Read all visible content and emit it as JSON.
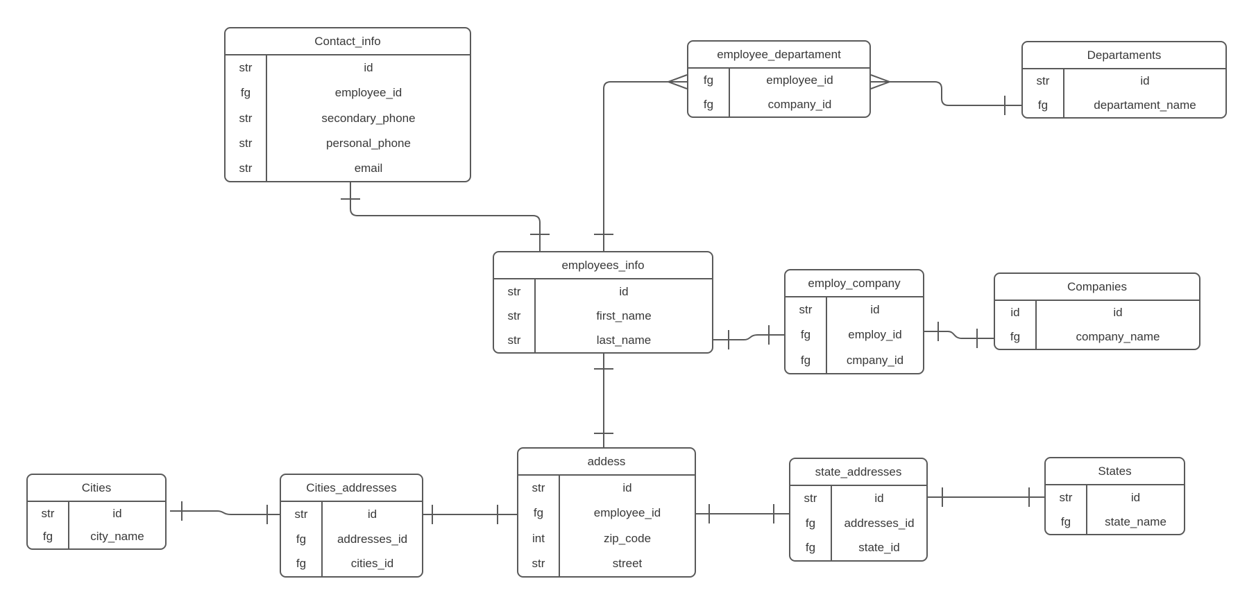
{
  "colors": {
    "line": "#595959",
    "border": "#595959",
    "text": "#383838",
    "background": "#ffffff"
  },
  "tables": [
    {
      "title": "Contact_info",
      "rows": [
        {
          "type": "str",
          "name": "id"
        },
        {
          "type": "fg",
          "name": "employee_id"
        },
        {
          "type": "str",
          "name": "secondary_phone"
        },
        {
          "type": "str",
          "name": "personal_phone"
        },
        {
          "type": "str",
          "name": "email"
        }
      ]
    },
    {
      "title": "employee_departament",
      "rows": [
        {
          "type": "fg",
          "name": "employee_id"
        },
        {
          "type": "fg",
          "name": "company_id"
        }
      ]
    },
    {
      "title": "Departaments",
      "rows": [
        {
          "type": "str",
          "name": "id"
        },
        {
          "type": "fg",
          "name": "departament_name"
        }
      ]
    },
    {
      "title": "employees_info",
      "rows": [
        {
          "type": "str",
          "name": "id"
        },
        {
          "type": "str",
          "name": "first_name"
        },
        {
          "type": "str",
          "name": "last_name"
        }
      ]
    },
    {
      "title": "employ_company",
      "rows": [
        {
          "type": "str",
          "name": "id"
        },
        {
          "type": "fg",
          "name": "employ_id"
        },
        {
          "type": "fg",
          "name": "cmpany_id"
        }
      ]
    },
    {
      "title": "Companies",
      "rows": [
        {
          "type": "id",
          "name": "id"
        },
        {
          "type": "fg",
          "name": "company_name"
        }
      ]
    },
    {
      "title": "Cities",
      "rows": [
        {
          "type": "str",
          "name": "id"
        },
        {
          "type": "fg",
          "name": "city_name"
        }
      ]
    },
    {
      "title": "Cities_addresses",
      "rows": [
        {
          "type": "str",
          "name": "id"
        },
        {
          "type": "fg",
          "name": "addresses_id"
        },
        {
          "type": "fg",
          "name": "cities_id"
        }
      ]
    },
    {
      "title": "addess",
      "rows": [
        {
          "type": "str",
          "name": "id"
        },
        {
          "type": "fg",
          "name": "employee_id"
        },
        {
          "type": "int",
          "name": "zip_code"
        },
        {
          "type": "str",
          "name": "street"
        }
      ]
    },
    {
      "title": "state_addresses",
      "rows": [
        {
          "type": "str",
          "name": "id"
        },
        {
          "type": "fg",
          "name": "addresses_id"
        },
        {
          "type": "fg",
          "name": "state_id"
        }
      ]
    },
    {
      "title": "States",
      "rows": [
        {
          "type": "str",
          "name": "id"
        },
        {
          "type": "fg",
          "name": "state_name"
        }
      ]
    }
  ],
  "connections": [
    {
      "from": "Contact_info",
      "to": "employees_info",
      "from_marker": "one",
      "to_marker": "one"
    },
    {
      "from": "employee_departament.employee_id",
      "to": "employees_info",
      "from_marker": "many",
      "to_marker": "one"
    },
    {
      "from": "employee_departament.employee_id",
      "to": "Departaments.departament_name",
      "from_marker": "many",
      "to_marker": "one"
    },
    {
      "from": "employees_info.last_name",
      "to": "employ_company.employ_id",
      "from_marker": "one",
      "to_marker": "one"
    },
    {
      "from": "employ_company.employ_id",
      "to": "Companies.company_name",
      "from_marker": "one",
      "to_marker": "one"
    },
    {
      "from": "employees_info",
      "to": "addess",
      "from_marker": "one",
      "to_marker": "one"
    },
    {
      "from": "Cities.id",
      "to": "Cities_addresses.id",
      "from_marker": "one",
      "to_marker": "one"
    },
    {
      "from": "Cities_addresses.id",
      "to": "addess.employee_id",
      "from_marker": "one",
      "to_marker": "one"
    },
    {
      "from": "addess.employee_id",
      "to": "state_addresses.addresses_id",
      "from_marker": "one",
      "to_marker": "one"
    },
    {
      "from": "state_addresses.id",
      "to": "States.id",
      "from_marker": "one",
      "to_marker": "one"
    }
  ]
}
